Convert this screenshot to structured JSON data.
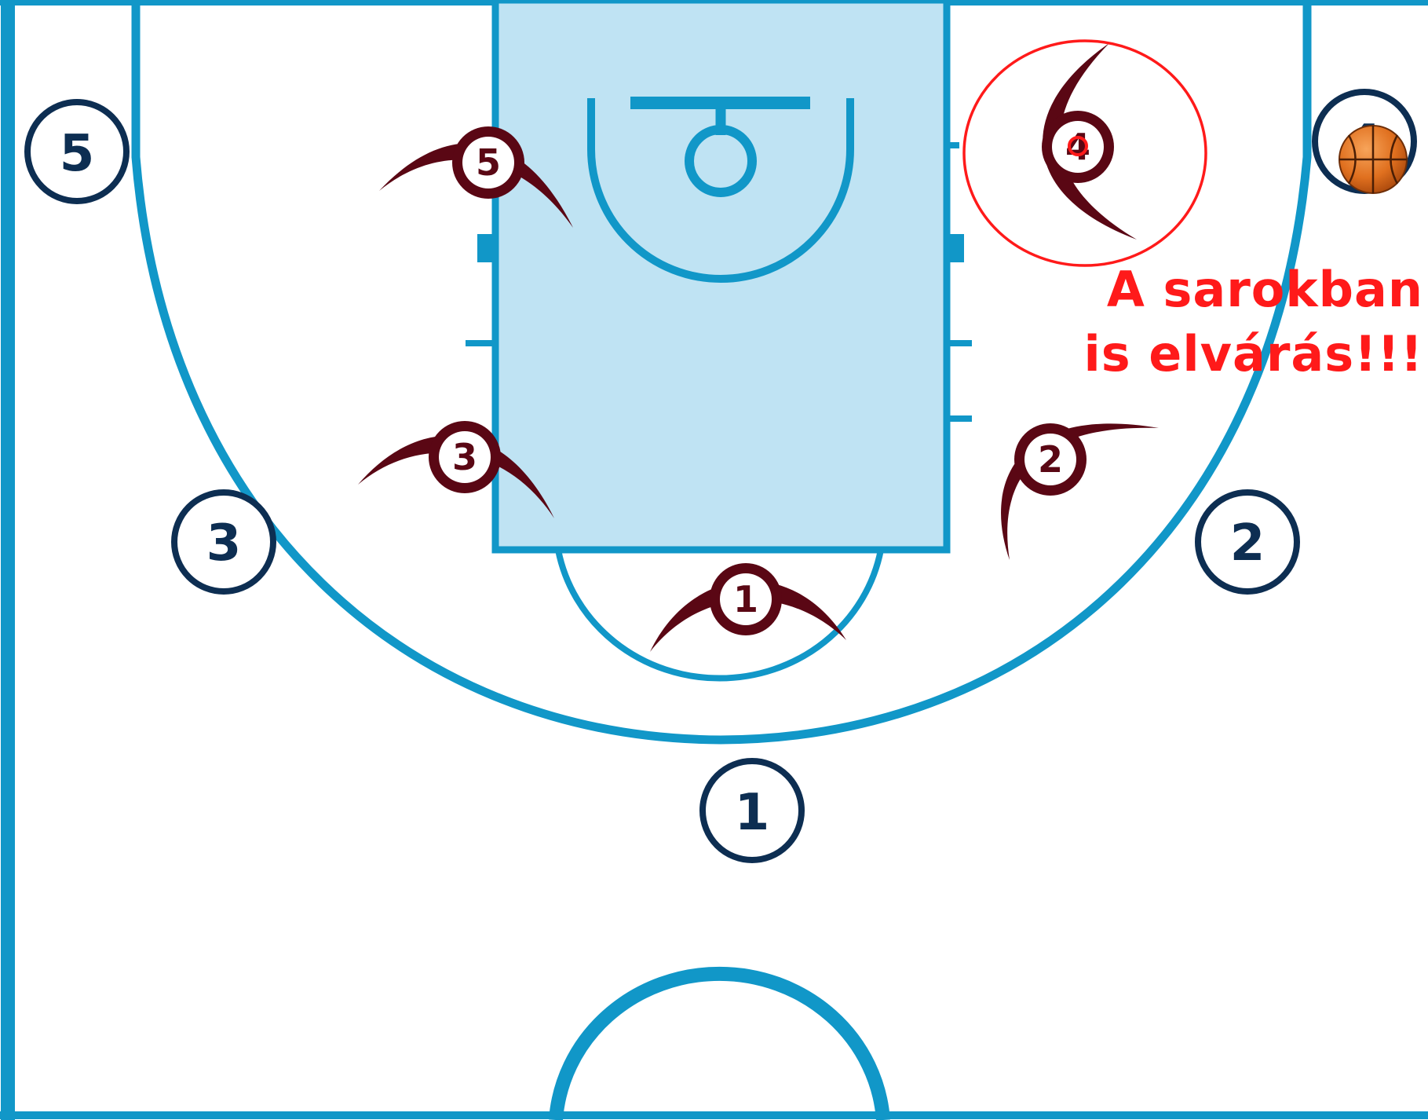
{
  "colors": {
    "court_line": "#1197c8",
    "paint_fill": "#bfe3f3",
    "offense": "#0d2e52",
    "defense": "#5a0714",
    "annotation": "#ff1a1a",
    "ball": "#e0701f"
  },
  "offense_players": [
    {
      "id": "offense-5",
      "label": "5"
    },
    {
      "id": "offense-3",
      "label": "3"
    },
    {
      "id": "offense-1",
      "label": "1"
    },
    {
      "id": "offense-2",
      "label": "2"
    },
    {
      "id": "offense-4",
      "label": "4",
      "has_ball": true
    }
  ],
  "defense_players": [
    {
      "id": "defense-5",
      "label": "5"
    },
    {
      "id": "defense-3",
      "label": "3"
    },
    {
      "id": "defense-1",
      "label": "1"
    },
    {
      "id": "defense-2",
      "label": "2"
    },
    {
      "id": "defense-4",
      "label": "4",
      "highlighted": true
    }
  ],
  "annotation": {
    "line1": "A sarokban",
    "line2": "is elvárás!!!"
  },
  "icons": {
    "ball": "basketball-icon"
  }
}
